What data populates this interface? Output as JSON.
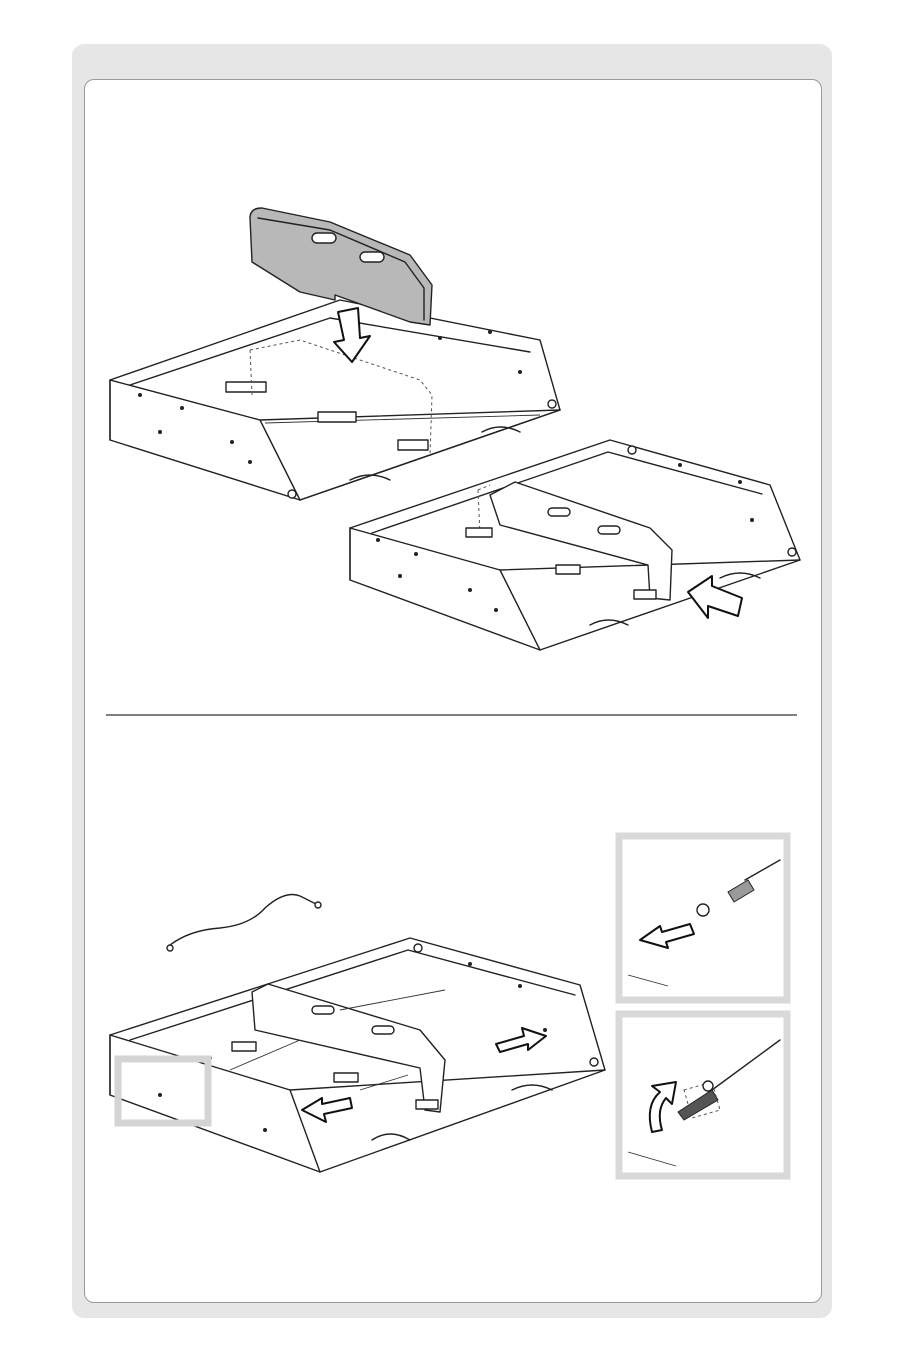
{
  "steps": [
    {
      "name": "insert-divider",
      "note": ""
    },
    {
      "name": "route-cable",
      "note": ""
    }
  ],
  "insets": [
    {
      "name": "push-screw",
      "icon": "arrow-left-icon"
    },
    {
      "name": "rotate-tool",
      "icon": "rotate-arrow-icon"
    }
  ],
  "colors": {
    "frame": "#e6e6e6",
    "border": "#9a9a9a",
    "divider_panel": "#b8b8b8",
    "inset_border": "#d9d9d9"
  }
}
